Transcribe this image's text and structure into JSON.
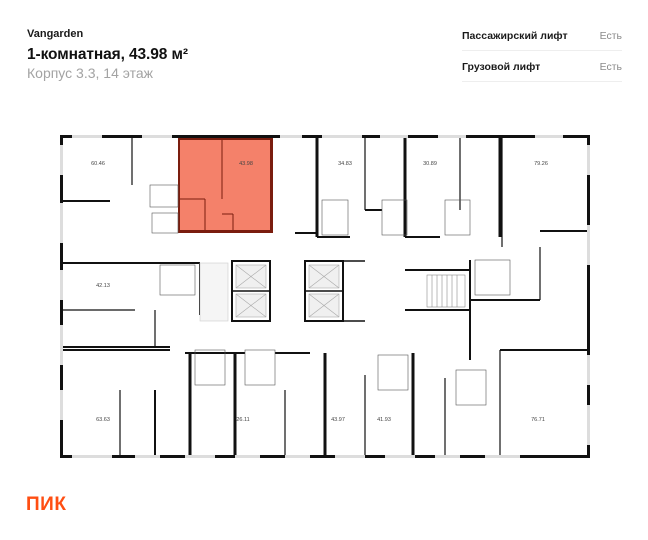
{
  "header": {
    "brand": "Vangarden",
    "title": "1-комнатная, 43.98 м²",
    "subtitle": "Корпус 3.3, 14 этаж"
  },
  "features": [
    {
      "label": "Пассажирский лифт",
      "value": "Есть"
    },
    {
      "label": "Грузовой лифт",
      "value": "Есть"
    }
  ],
  "floorplan": {
    "highlight_color": "#f4816a",
    "highlight_wall_color": "#7a1d0e",
    "selected_apartment": "43.98",
    "apartments": [
      {
        "area": "60.46"
      },
      {
        "area": "43.98"
      },
      {
        "area": "34.83"
      },
      {
        "area": "30.89"
      },
      {
        "area": "79.26"
      },
      {
        "area": "42.13"
      },
      {
        "area": "63.63"
      },
      {
        "area": "26.11"
      },
      {
        "area": "43.97"
      },
      {
        "area": "41.93"
      },
      {
        "area": "76.71"
      }
    ]
  },
  "footer": {
    "logo": "ПИК",
    "logo_color": "#ff4e12"
  }
}
